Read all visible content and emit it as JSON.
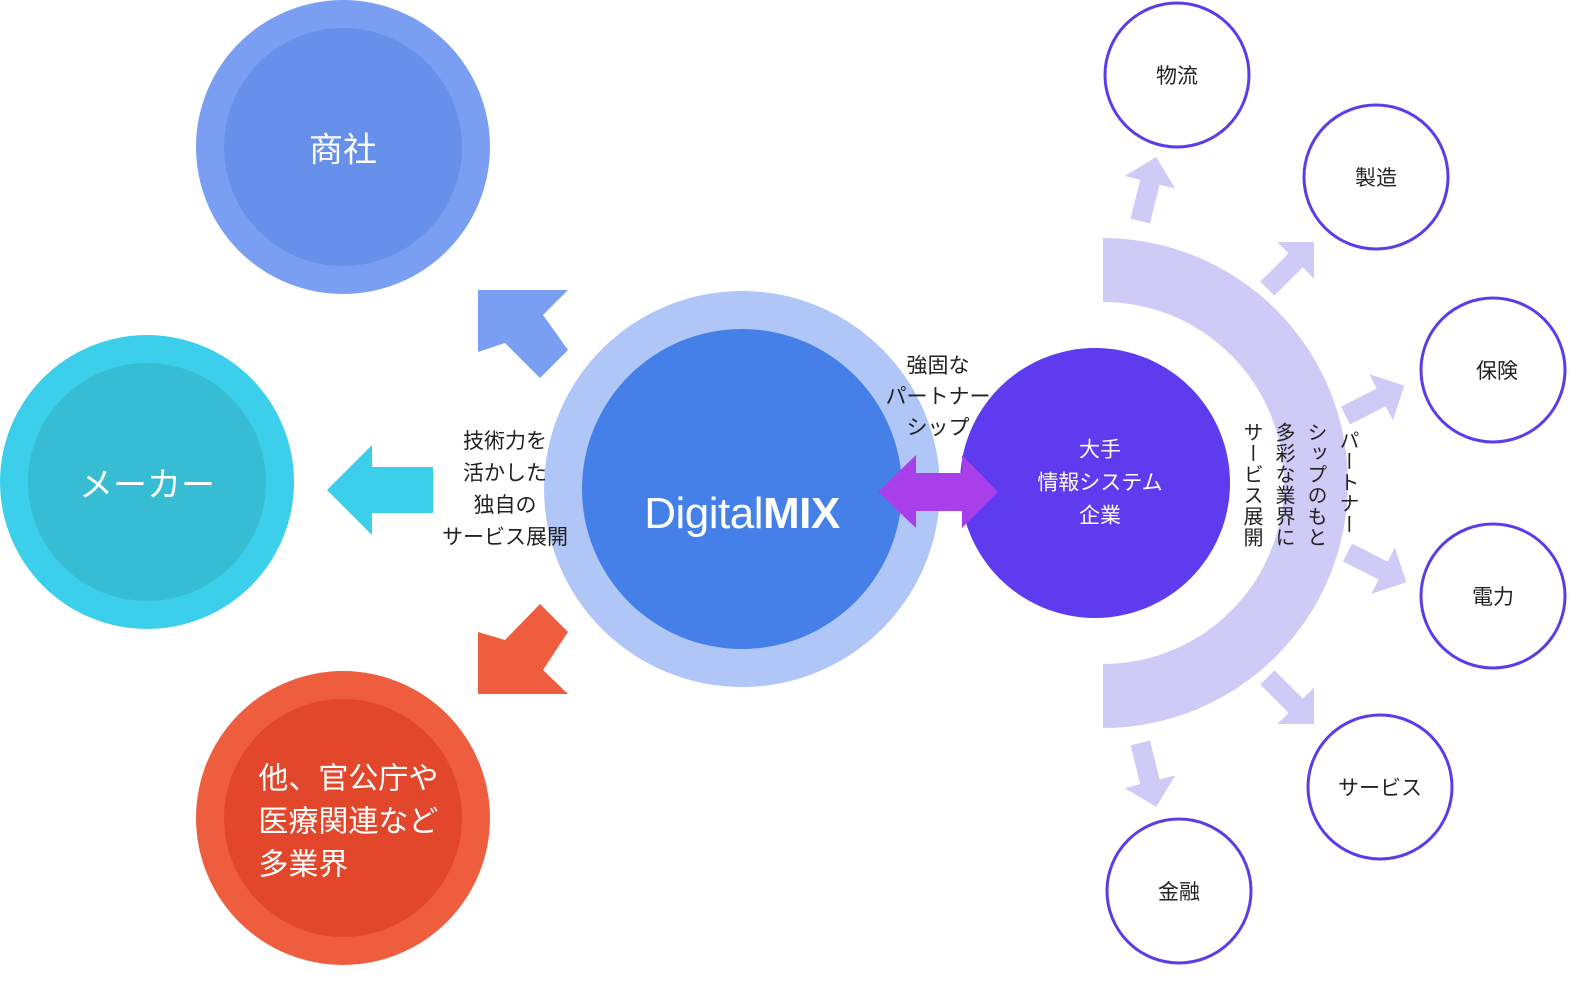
{
  "colors": {
    "blue_outer": "#7A9FF2",
    "blue_inner": "#6690EA",
    "cyan_outer": "#3CCFEC",
    "cyan_inner": "#36BDD3",
    "red_outer": "#EE5E3E",
    "red_inner": "#E2472C",
    "center_outer": "#B0C6F7",
    "center_inner": "#4580E8",
    "partner_circle": "#5E3BEF",
    "double_arrow": "#A93FEA",
    "lavender": "#CFCBF7",
    "industry_border": "#5D3BE9"
  },
  "left_nodes": {
    "trading": "商社",
    "maker": "メーカー",
    "others": "他、官公庁や\n医療関連など\n多業界"
  },
  "center": {
    "brand_light": "Digital",
    "brand_bold": "MIX"
  },
  "captions": {
    "tech": "技術力を\n活かした\n独自の\nサービス展開",
    "partnership": "強固な\nパートナー\nシップ"
  },
  "partner": {
    "label": "大手\n情報システム\n企業"
  },
  "vertical_text": {
    "col1": "パートナー",
    "col2": "シップのもと",
    "col3": "多彩な業界に",
    "col4": "サービス展開"
  },
  "industries": {
    "logistics": "物流",
    "manufacturing": "製造",
    "insurance": "保険",
    "power": "電力",
    "service": "サービス",
    "finance": "金融"
  }
}
